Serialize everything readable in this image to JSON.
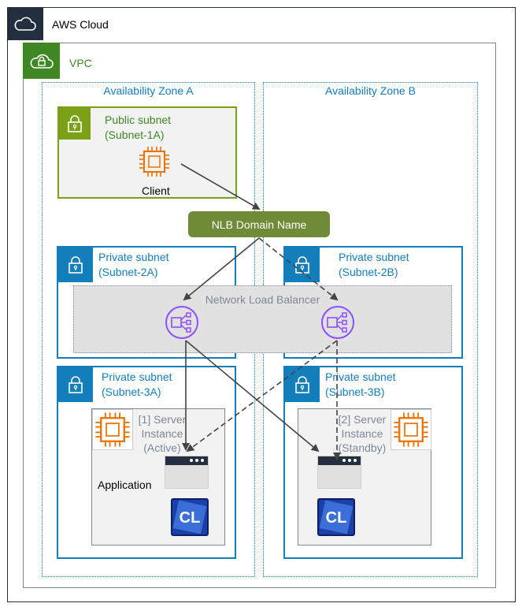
{
  "labels": {
    "aws_cloud": "AWS Cloud",
    "vpc": "VPC",
    "az_a": "Availability Zone A",
    "az_b": "Availability Zone B",
    "public_subnet": "Public subnet",
    "public_subnet_id": "(Subnet-1A)",
    "client": "Client",
    "nlb_domain": "NLB Domain Name",
    "private_subnet_2a": "Private subnet",
    "private_subnet_2a_id": "(Subnet-2A)",
    "private_subnet_2b": "Private subnet",
    "private_subnet_2b_id": "(Subnet-2B)",
    "nlb": "Network Load Balancer",
    "private_subnet_3a": "Private subnet",
    "private_subnet_3a_id": "(Subnet-3A)",
    "private_subnet_3b": "Private subnet",
    "private_subnet_3b_id": "(Subnet-3B)",
    "server1_line1": "[1] Server",
    "server1_line2": "Instance",
    "server1_line3": "(Active)",
    "server2_line1": "[2] Server",
    "server2_line2": "Instance",
    "server2_line3": "(Standby)",
    "application": "Application",
    "cl_logo": "CL"
  },
  "colors": {
    "aws_dark": "#232f3e",
    "vpc_green": "#3f8624",
    "public_green": "#7aa116",
    "private_blue": "#147eba",
    "nlb_purple": "#8c4fff",
    "ec2_orange": "#ed7100",
    "pill_green": "#6f8b38",
    "arrow_gray": "#444444"
  },
  "icons": [
    "cloud-icon",
    "vpc-cloud-lock-icon",
    "lock-icon",
    "ec2-chip-icon",
    "nlb-icon",
    "app-window-icon",
    "cl-logo-icon"
  ]
}
